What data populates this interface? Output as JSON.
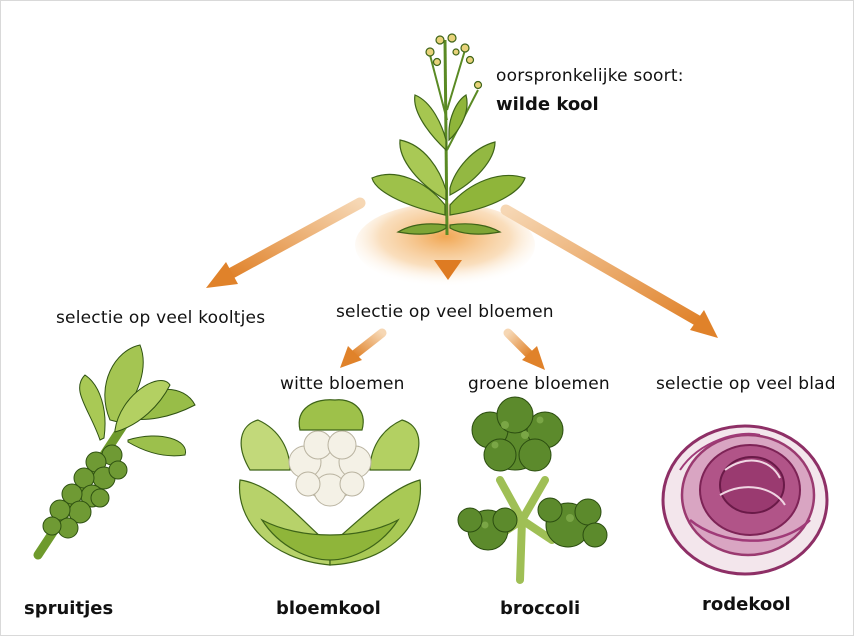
{
  "origin": {
    "label": "oorspronkelijke soort:",
    "name": "wilde kool"
  },
  "selections": {
    "kooltjes": "selectie op veel kooltjes",
    "bloemen": "selectie op veel bloemen",
    "blad": "selectie op veel blad",
    "witte": "witte bloemen",
    "groene": "groene bloemen"
  },
  "varieties": [
    {
      "name": "spruitjes"
    },
    {
      "name": "bloemkool"
    },
    {
      "name": "broccoli"
    },
    {
      "name": "rodekool"
    }
  ],
  "colors": {
    "arrow": "#e58a2e",
    "leaf": "#8fb53a",
    "leaf_dark": "#4f7a1e",
    "cauliflower": "#f4f1e6",
    "broccoli": "#5c8a2c",
    "red_cabbage": "#a03a78",
    "soil": "#f1b36a"
  }
}
